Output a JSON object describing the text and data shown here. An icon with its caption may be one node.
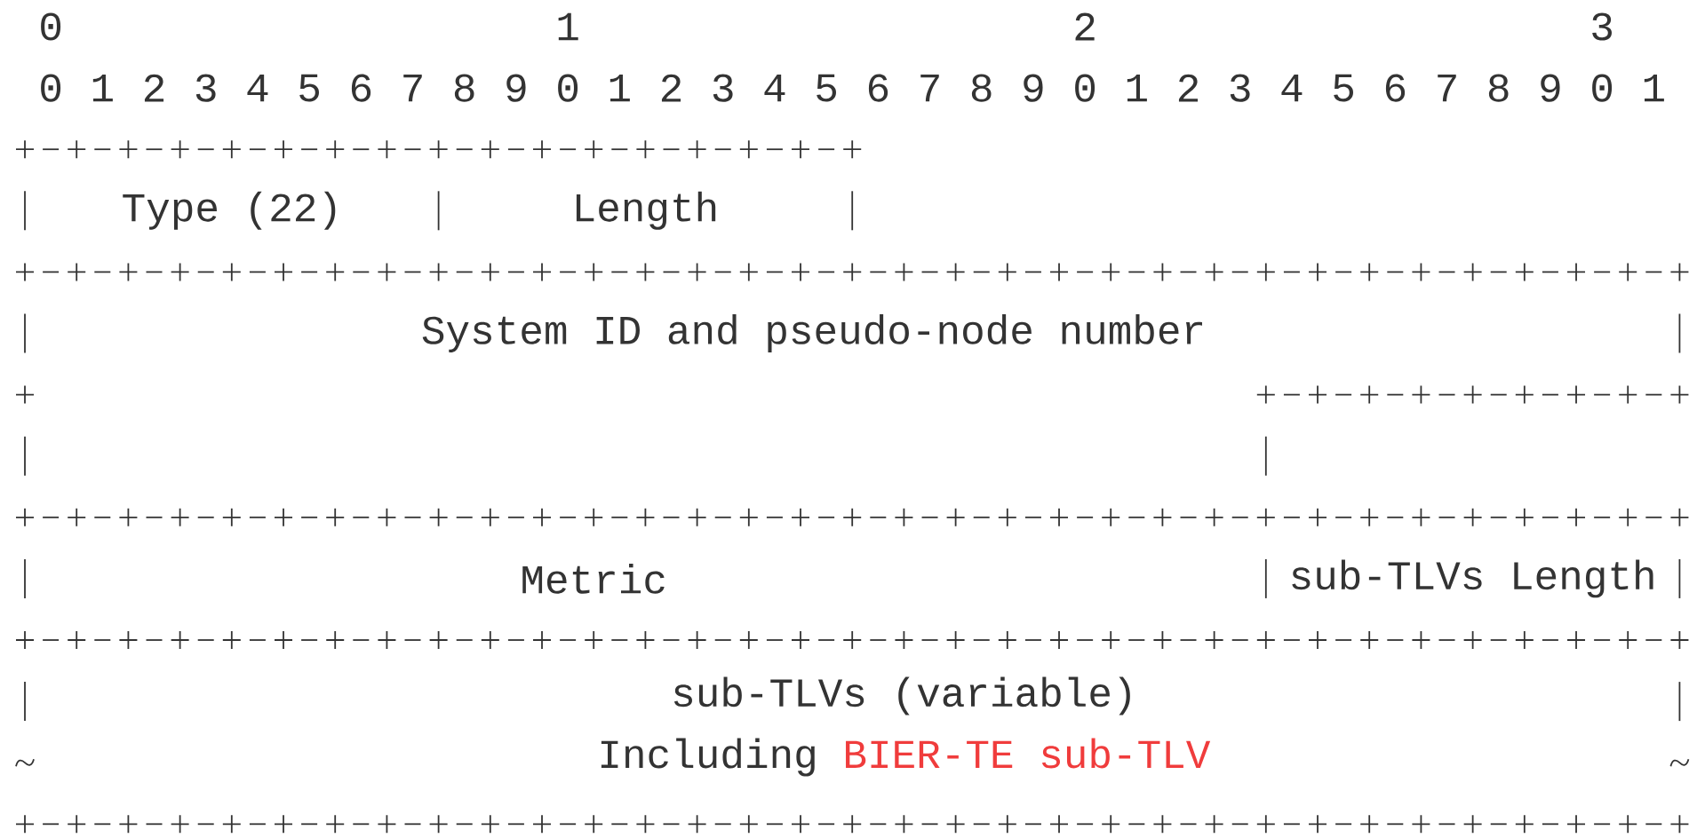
{
  "diagram": {
    "nodes": [
      {
        "text": [
          "Type (22)"
        ]
      },
      {
        "text": [
          "Length"
        ]
      },
      {
        "text": [
          "System ID and pseudo-node number"
        ]
      },
      {
        "text": [
          "Metric"
        ]
      },
      {
        "text": [
          "sub-TLVs Length"
        ]
      },
      {
        "text": [
          "sub-TLVs (variable)",
          "Including",
          "BIER-TE sub-TLV"
        ]
      }
    ],
    "labels": [
      "0",
      "1",
      "2",
      "3",
      "0",
      "1",
      "2",
      "3",
      "4",
      "5",
      "6",
      "7",
      "8",
      "9",
      "0",
      "1",
      "2",
      "3",
      "4",
      "5",
      "6",
      "7",
      "8",
      "9",
      "0",
      "1",
      "2",
      "3",
      "4",
      "5",
      "6",
      "7",
      "8",
      "9",
      "0",
      "1"
    ]
  }
}
